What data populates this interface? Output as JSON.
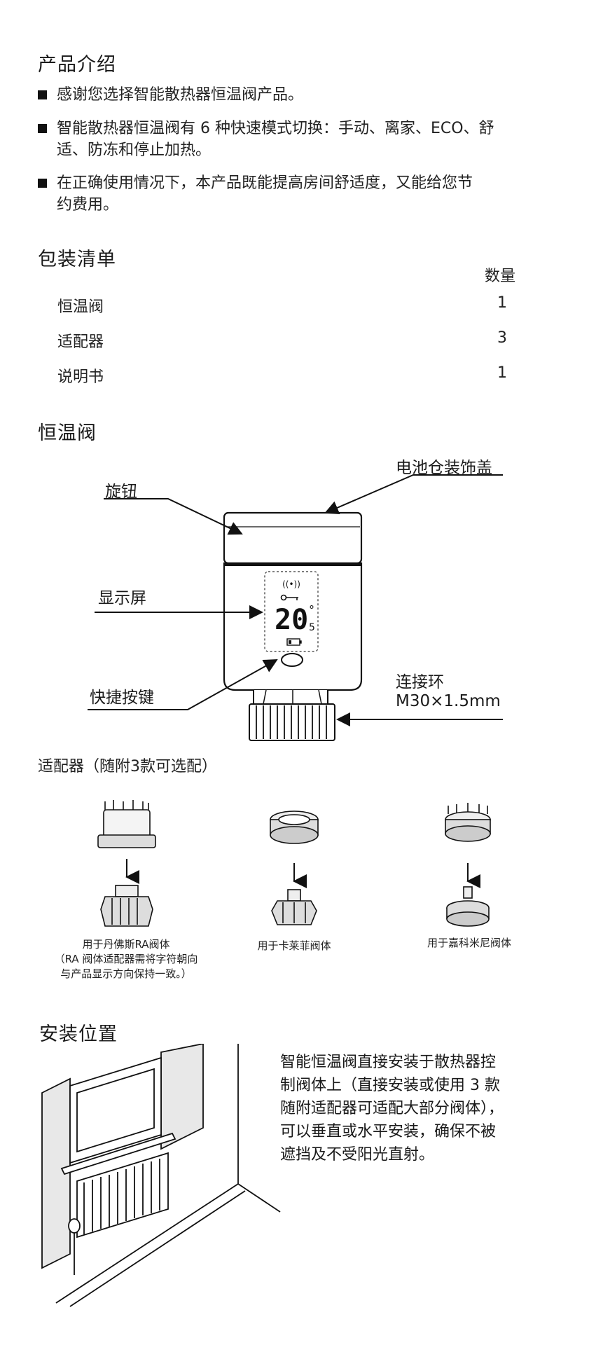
{
  "intro": {
    "title": "产品介绍",
    "bullets": [
      {
        "line1": "感谢您选择智能散热器恒温阀产品。",
        "line2": ""
      },
      {
        "line1": "智能散热器恒温阀有 6 种快速模式切换：手动、离家、ECO、舒",
        "line2": "适、防冻和停止加热。"
      },
      {
        "line1": "在正确使用情况下，本产品既能提高房间舒适度，又能给您节",
        "line2": "约费用。"
      }
    ]
  },
  "packing": {
    "title": "包装清单",
    "qty_header": "数量",
    "items": [
      {
        "name": "恒温阀",
        "qty": "1"
      },
      {
        "name": "适配器",
        "qty": "3"
      },
      {
        "name": "说明书",
        "qty": "1"
      }
    ]
  },
  "valve": {
    "title": "恒温阀",
    "labels": {
      "knob": "旋钮",
      "battery_cover": "电池仓装饰盖",
      "display": "显示屏",
      "quick_key": "快捷按键",
      "ring_line1": "连接环",
      "ring_line2": "M30×1.5mm"
    },
    "display_temp": "20",
    "display_degree": "°",
    "display_unit": "5"
  },
  "adapters": {
    "title": "适配器（随附3款可选配）",
    "captions": [
      {
        "line1": "用于丹佛斯RA阀体",
        "line2": "（RA 阀体适配器需将字符朝向",
        "line3": "与产品显示方向保持一致。）"
      },
      {
        "line1": "用于卡莱菲阀体",
        "line2": "",
        "line3": ""
      },
      {
        "line1": "用于嘉科米尼阀体",
        "line2": "",
        "line3": ""
      }
    ]
  },
  "install": {
    "title": "安装位置",
    "lines": [
      "智能恒温阀直接安装于散热器控",
      "制阀体上（直接安装或使用 3 款",
      "随附适配器可适配大部分阀体），",
      "可以垂直或水平安装，确保不被",
      "遮挡及不受阳光直射。"
    ]
  }
}
